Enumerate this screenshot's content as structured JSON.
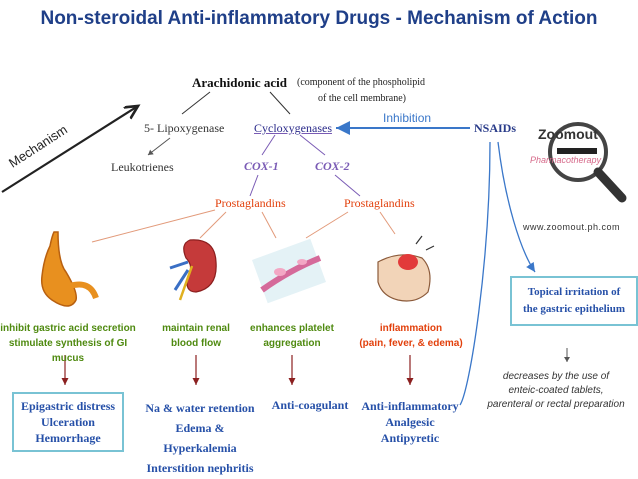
{
  "title": "Non-steroidal Anti-inflammatory Drugs - Mechanism of Action",
  "mechanism_label": "Mechanism",
  "arachidonic": {
    "name": "Arachidonic acid",
    "note_line1": "(component of the phospholipid",
    "note_line2": "of the cell membrane)"
  },
  "lipoxygenase": "5- Lipoxygenase",
  "leukotrienes": "Leukotrienes",
  "cyclooxygenases": "Cycloxygenases",
  "inhibition": "Inhibition",
  "nsaids": "NSAIDs",
  "cox1": "COX-1",
  "cox2": "COX-2",
  "prostaglandins": "Prostaglandins",
  "watermark": {
    "brand": "Zoomout",
    "sub": "Pharmacotherapy",
    "url": "www.zoomout.ph.com"
  },
  "organs": {
    "stomach": {
      "line1": "inhibit gastric acid secretion",
      "line2": "stimulate synthesis of GI mucus",
      "effect": [
        "Epigastric distress",
        "Ulceration",
        "Hemorrhage"
      ]
    },
    "kidney": {
      "line1": "maintain renal",
      "line2": "blood flow",
      "effect": [
        "Na & water retention",
        "Edema & Hyperkalemia",
        "Interstition nephritis"
      ]
    },
    "platelet": {
      "line1": "enhances platelet",
      "line2": "aggregation",
      "effect": [
        "Anti-coagulant"
      ]
    },
    "inflammation": {
      "line1": "inflammation",
      "line2": "(pain, fever, & edema)",
      "effect": [
        "Anti-inflammatory",
        "Analgesic",
        "Antipyretic"
      ]
    }
  },
  "topical": {
    "line1": "Topical irritation of",
    "line2": "the gastric epithelium"
  },
  "decreases": {
    "line1": "decreases by the use of",
    "line2": "enteic-coated tablets,",
    "line3": "parenteral or rectal preparation"
  },
  "colors": {
    "title": "#1f3f88",
    "green": "#4f8a10",
    "red": "#e2400c",
    "blue": "#2650a8",
    "purple": "#7a5bb5",
    "box_border": "#79c3d4"
  }
}
